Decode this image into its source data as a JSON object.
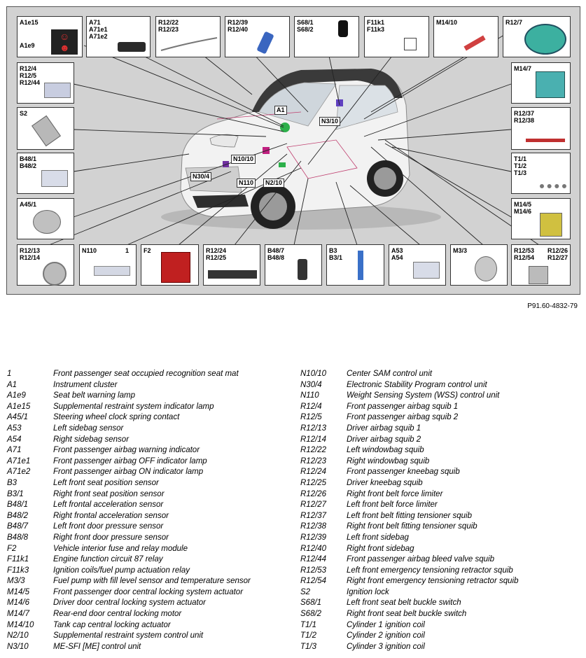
{
  "figure_code": "P91.60-4832-79",
  "labels": {
    "a1e15": "A1e15",
    "a1e9": "A1e9",
    "a71": "A71\nA71e1\nA71e2",
    "r12_22": "R12/22\nR12/23",
    "r12_39": "R12/39\nR12/40",
    "s68": "S68/1\nS68/2",
    "f11k1": "F11k1\nF11k3",
    "m14_10": "M14/10",
    "r12_7": "R12/7",
    "r12_4": "R12/4\nR12/5\nR12/44",
    "s2": "S2",
    "b48_1": "B48/1\nB48/2",
    "a45_1": "A45/1",
    "r12_13": "R12/13\nR12/14",
    "n110_box": "N110",
    "one": "1",
    "f2": "F2",
    "r12_24": "R12/24\nR12/25",
    "b48_7": "B48/7\nB48/8",
    "b3": "B3\nB3/1",
    "a53": "A53\nA54",
    "m3_3": "M3/3",
    "r12_53": "R12/53\nR12/54",
    "r12_26": "R12/26\nR12/27",
    "m14_7": "M14/7",
    "r12_37": "R12/37\nR12/38",
    "t1": "T1/1\nT1/2\nT1/3",
    "m14_5": "M14/5\nM14/6"
  },
  "callouts": {
    "a1": "A1",
    "n3_10": "N3/10",
    "n10_10": "N10/10",
    "n30_4": "N30/4",
    "n110": "N110",
    "n2_10": "N2/10"
  },
  "legend": {
    "left": [
      {
        "code": "1",
        "desc": "Front passenger seat occupied recognition seat mat"
      },
      {
        "code": "A1",
        "desc": "Instrument cluster"
      },
      {
        "code": "A1e9",
        "desc": "Seat belt warning lamp"
      },
      {
        "code": "A1e15",
        "desc": "Supplemental restraint system indicator lamp"
      },
      {
        "code": "A45/1",
        "desc": "Steering wheel clock spring contact"
      },
      {
        "code": "A53",
        "desc": "Left sidebag sensor"
      },
      {
        "code": "A54",
        "desc": "Right sidebag sensor"
      },
      {
        "code": "A71",
        "desc": "Front passenger airbag warning indicator"
      },
      {
        "code": "A71e1",
        "desc": "Front passenger airbag OFF indicator lamp"
      },
      {
        "code": "A71e2",
        "desc": "Front passenger airbag ON indicator lamp"
      },
      {
        "code": "B3",
        "desc": "Left front seat position sensor"
      },
      {
        "code": "B3/1",
        "desc": "Right front seat position sensor"
      },
      {
        "code": "B48/1",
        "desc": "Left frontal acceleration sensor"
      },
      {
        "code": "B48/2",
        "desc": "Right frontal acceleration sensor"
      },
      {
        "code": "B48/7",
        "desc": "Left front door pressure sensor"
      },
      {
        "code": "B48/8",
        "desc": "Right front door pressure sensor"
      },
      {
        "code": "F2",
        "desc": "Vehicle interior fuse and relay module"
      },
      {
        "code": "F11k1",
        "desc": "Engine function circuit 87 relay"
      },
      {
        "code": "F11k3",
        "desc": "Ignition coils/fuel pump actuation relay"
      },
      {
        "code": "M3/3",
        "desc": "Fuel pump with fill level sensor and temperature sensor"
      },
      {
        "code": "M14/5",
        "desc": "Front passenger door central locking system actuator"
      },
      {
        "code": "M14/6",
        "desc": "Driver door central locking system actuator"
      },
      {
        "code": "M14/7",
        "desc": "Rear-end door central locking motor"
      },
      {
        "code": "M14/10",
        "desc": "Tank cap central locking actuator"
      },
      {
        "code": "N2/10",
        "desc": "Supplemental restraint system control unit"
      },
      {
        "code": "N3/10",
        "desc": "ME-SFI [ME] control unit"
      }
    ],
    "right": [
      {
        "code": "N10/10",
        "desc": "Center SAM control unit"
      },
      {
        "code": "N30/4",
        "desc": "Electronic Stability Program control unit"
      },
      {
        "code": "N110",
        "desc": "Weight Sensing System (WSS) control unit"
      },
      {
        "code": "R12/4",
        "desc": "Front passenger airbag squib 1"
      },
      {
        "code": "R12/5",
        "desc": "Front passenger airbag squib 2"
      },
      {
        "code": "R12/13",
        "desc": "Driver airbag squib 1"
      },
      {
        "code": "R12/14",
        "desc": "Driver airbag squib 2"
      },
      {
        "code": "R12/22",
        "desc": "Left windowbag squib"
      },
      {
        "code": "R12/23",
        "desc": "Right windowbag squib"
      },
      {
        "code": "R12/24",
        "desc": "Front passenger kneebag squib"
      },
      {
        "code": "R12/25",
        "desc": "Driver kneebag squib"
      },
      {
        "code": "R12/26",
        "desc": "Right front belt force limiter"
      },
      {
        "code": "R12/27",
        "desc": "Left front belt force limiter"
      },
      {
        "code": "R12/37",
        "desc": "Left front belt fitting tensioner squib"
      },
      {
        "code": "R12/38",
        "desc": "Right front belt fitting tensioner squib"
      },
      {
        "code": "R12/39",
        "desc": "Left front sidebag"
      },
      {
        "code": "R12/40",
        "desc": "Right front sidebag"
      },
      {
        "code": "R12/44",
        "desc": "Front passenger airbag bleed valve squib"
      },
      {
        "code": "R12/53",
        "desc": "Left front emergency tensioning retractor squib"
      },
      {
        "code": "R12/54",
        "desc": "Right front emergency tensioning retractor squib"
      },
      {
        "code": "S2",
        "desc": "Ignition lock"
      },
      {
        "code": "S68/1",
        "desc": "Left front seat belt buckle switch"
      },
      {
        "code": "S68/2",
        "desc": "Right front seat belt buckle switch"
      },
      {
        "code": "T1/1",
        "desc": "Cylinder 1 ignition coil"
      },
      {
        "code": "T1/2",
        "desc": "Cylinder 2 ignition coil"
      },
      {
        "code": "T1/3",
        "desc": "Cylinder 3 ignition coil"
      }
    ]
  }
}
